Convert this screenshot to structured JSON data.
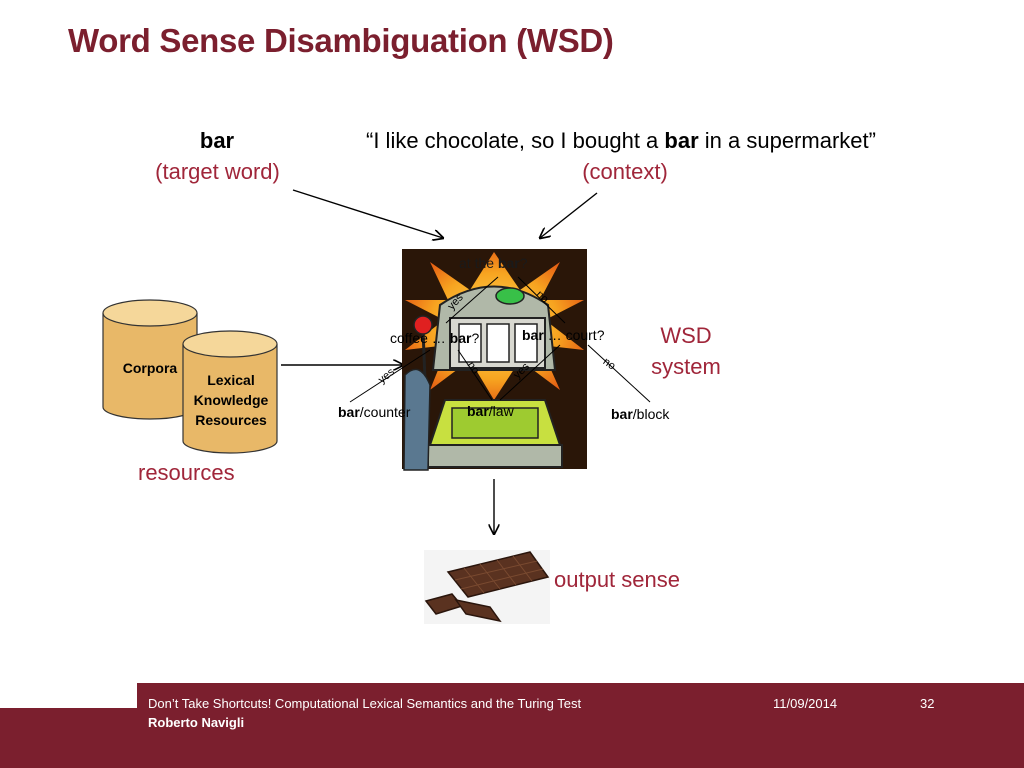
{
  "slide": {
    "title": "Word Sense Disambiguation (WSD)"
  },
  "target": {
    "word": "bar",
    "caption": "(target word)"
  },
  "context": {
    "quote_open": "“I like chocolate, so I bought a ",
    "quote_word": "bar",
    "quote_close": " in a supermarket”",
    "caption": "(context)"
  },
  "resources": {
    "corpora_label": "Corpora",
    "lkr_line1": "Lexical",
    "lkr_line2": "Knowledge",
    "lkr_line3": "Resources",
    "caption": "resources"
  },
  "wsd_system": {
    "line1": "WSD",
    "line2": "system"
  },
  "decision_tree": {
    "root_pre": "at the ",
    "root_word": "bar",
    "root_post": "?",
    "left_node_pre": "coffee … ",
    "left_node_word": "bar",
    "left_node_post": "?",
    "right_node_word": "bar",
    "right_node_post": " … court?",
    "edge_root_yes": "yes",
    "edge_root_no": "no",
    "edge_left_yes": "yes",
    "edge_left_no": "no",
    "edge_right_yes": "yes",
    "edge_right_no": "no",
    "leaf1_word": "bar",
    "leaf1_sense": "/counter",
    "leaf2_word": "bar",
    "leaf2_sense": "/law",
    "leaf3_word": "bar",
    "leaf3_sense": "/block"
  },
  "output": {
    "caption": "output sense"
  },
  "footer": {
    "talk_title": "Don’t Take Shortcuts! Computational Lexical Semantics and the Turing Test",
    "author": "Roberto Navigli",
    "date": "11/09/2014",
    "page": "32"
  },
  "colors": {
    "title": "#7b1f2e",
    "accent_text": "#a0263a",
    "footer_bg": "#7b1f2e",
    "cylinder_fill": "#e8b868"
  }
}
